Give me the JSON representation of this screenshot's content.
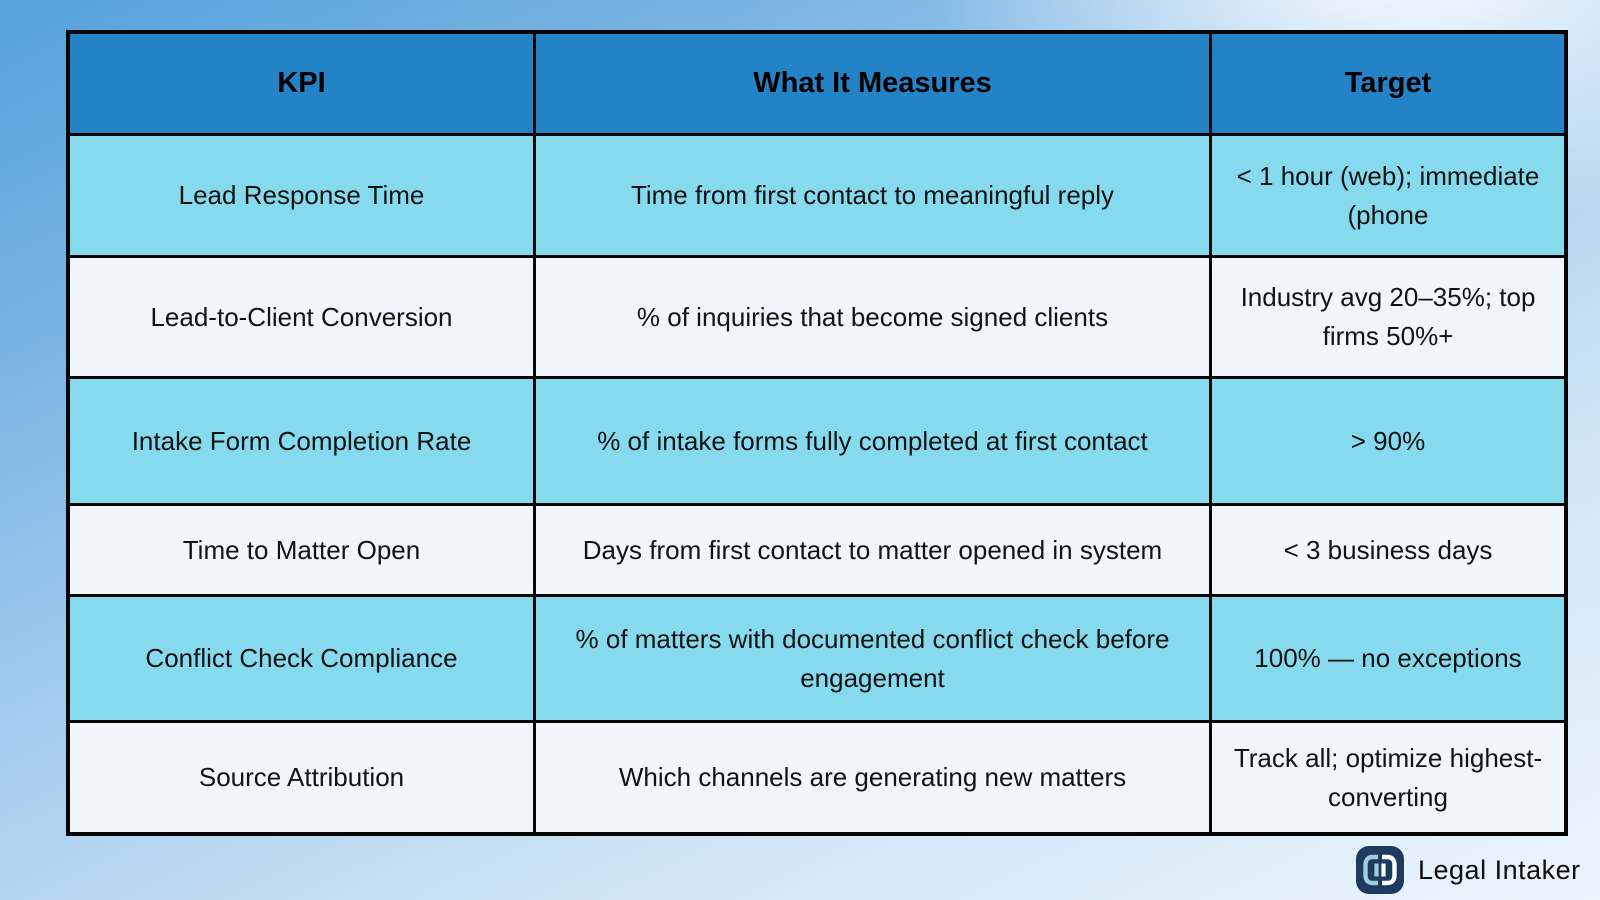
{
  "table": {
    "headers": [
      "KPI",
      "What It Measures",
      "Target"
    ],
    "rows": [
      {
        "kpi": "Lead Response Time",
        "measures": "Time from first contact to meaningful reply",
        "target": "< 1 hour (web); immediate (phone"
      },
      {
        "kpi": "Lead-to-Client Conversion",
        "measures": "% of inquiries that become signed clients",
        "target": "Industry avg 20–35%; top firms 50%+"
      },
      {
        "kpi": "Intake Form Completion Rate",
        "measures": "% of intake forms fully completed at first contact",
        "target": "> 90%"
      },
      {
        "kpi": "Time to Matter Open",
        "measures": "Days from first contact to matter opened in system",
        "target": "< 3 business days"
      },
      {
        "kpi": "Conflict Check Compliance",
        "measures": "% of matters with documented conflict check before engagement",
        "target": "100% — no exceptions"
      },
      {
        "kpi": "Source Attribution",
        "measures": "Which channels are generating new matters",
        "target": "Track all; optimize highest-converting"
      }
    ]
  },
  "branding": {
    "logo_text": "Legal Intaker",
    "logo_icon": "double-bracket-icon"
  },
  "colors": {
    "header_fill": "#2383c6",
    "row_cyan": "#86daee",
    "row_light": "#f0f6fc",
    "border": "#050505",
    "logo_navy": "#1e3a5f",
    "logo_light_blue": "#9ecbdd",
    "logo_white": "#ffffff"
  }
}
